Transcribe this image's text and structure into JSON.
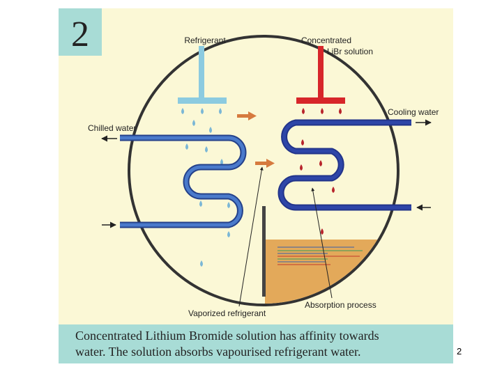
{
  "panel": {
    "number": "2",
    "background": "#FBF8D6",
    "accent": "#A8DCD6"
  },
  "labels": {
    "refrigerant": "Refrigerant",
    "concentrated_line1": "Concentrated",
    "concentrated_line2": "LiBr solution",
    "cooling_water": "Cooling water",
    "chilled_water": "Chilled water",
    "vaporized_refrigerant": "Vaporized refrigerant",
    "absorption_process": "Absorption process"
  },
  "caption": {
    "line1": "Concentrated Lithium Bromide solution has affinity towards",
    "line2": "water. The solution absorbs vapourised refrigerant water."
  },
  "slide_number": "2",
  "colors": {
    "blue_tube": "#3A67B5",
    "blue_tube_dark": "#24418A",
    "navy_tube": "#22348A",
    "refrigerant_pipe": "#8CCBE0",
    "libr_pipe": "#D7262A",
    "droplet_blue": "#7BB7D6",
    "droplet_red": "#B8252C",
    "arrow_orange": "#D67A3E",
    "solution_fill": "#E3A95A"
  }
}
